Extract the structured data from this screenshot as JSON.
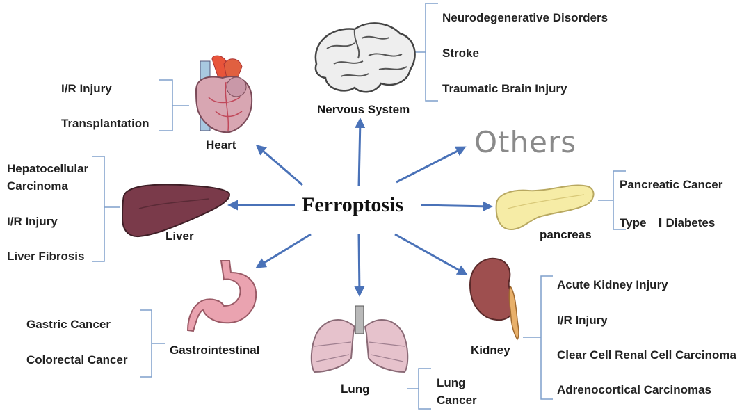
{
  "center": "Ferroptosis",
  "others": "Others",
  "organs": {
    "nervous": "Nervous System",
    "heart": "Heart",
    "liver": "Liver",
    "gastro": "Gastrointestinal",
    "lung": "Lung",
    "kidney": "Kidney",
    "pancreas": "pancreas"
  },
  "diseases": {
    "nervous": [
      "Neurodegenerative Disorders",
      "Stroke",
      "Traumatic Brain Injury"
    ],
    "heart": [
      "I/R Injury",
      "Transplantation"
    ],
    "liver": [
      "Hepatocellular",
      "Carcinoma",
      "I/R Injury",
      "Liver Fibrosis"
    ],
    "gastro": [
      "Gastric Cancer",
      "Colorectal Cancer"
    ],
    "lung": [
      "Lung",
      "Cancer"
    ],
    "kidney": [
      "Acute Kidney Injury",
      "I/R Injury",
      "Clear Cell Renal Cell Carcinoma",
      "Adrenocortical Carcinomas"
    ],
    "pancreas": [
      "Pancreatic Cancer",
      "Type　Ⅰ Diabetes"
    ]
  },
  "colors": {
    "arrow": "#4a72b8",
    "bracket": "#7f9fcc",
    "liver": "#7a3a4a",
    "heart": "#d8a6b2",
    "stomach": "#eaa3b0",
    "lung": "#e6c2cc",
    "kidney": "#9e4f4f",
    "pancreas": "#f6eca6",
    "brain": "#f0f0f0"
  }
}
